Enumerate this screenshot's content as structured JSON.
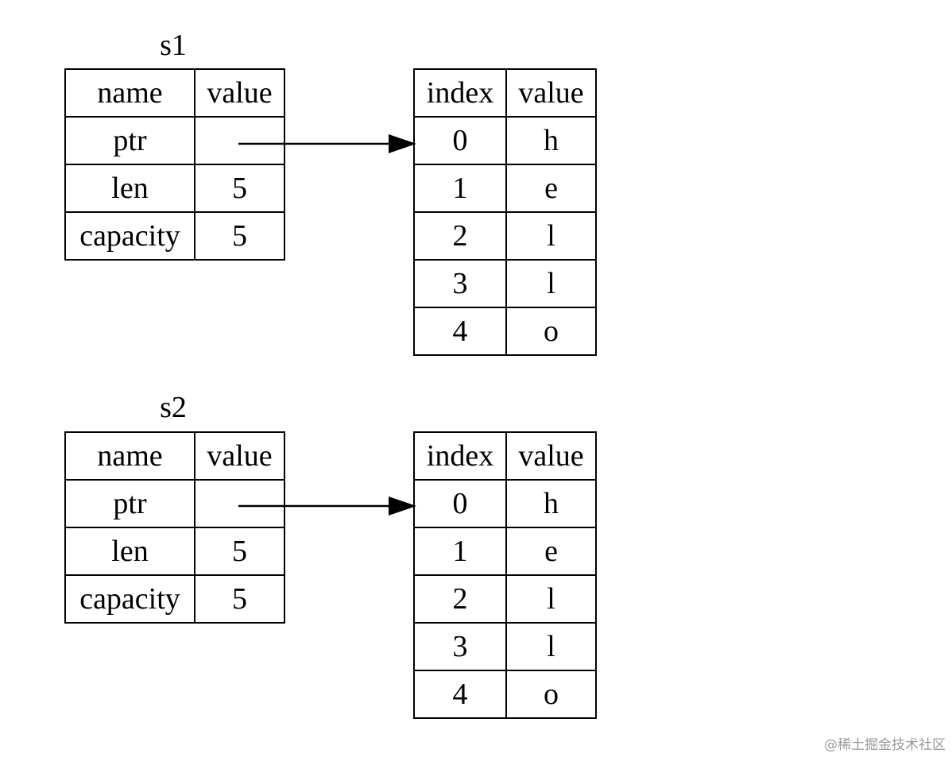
{
  "diagram": {
    "struct_header": [
      "name",
      "value"
    ],
    "heap_header": [
      "index",
      "value"
    ],
    "structs": [
      {
        "label": "s1",
        "rows": [
          {
            "name": "ptr",
            "value": ""
          },
          {
            "name": "len",
            "value": "5"
          },
          {
            "name": "capacity",
            "value": "5"
          }
        ],
        "heap": [
          {
            "index": "0",
            "value": "h"
          },
          {
            "index": "1",
            "value": "e"
          },
          {
            "index": "2",
            "value": "l"
          },
          {
            "index": "3",
            "value": "l"
          },
          {
            "index": "4",
            "value": "o"
          }
        ]
      },
      {
        "label": "s2",
        "rows": [
          {
            "name": "ptr",
            "value": ""
          },
          {
            "name": "len",
            "value": "5"
          },
          {
            "name": "capacity",
            "value": "5"
          }
        ],
        "heap": [
          {
            "index": "0",
            "value": "h"
          },
          {
            "index": "1",
            "value": "e"
          },
          {
            "index": "2",
            "value": "l"
          },
          {
            "index": "3",
            "value": "l"
          },
          {
            "index": "4",
            "value": "o"
          }
        ]
      }
    ]
  },
  "watermark": "@稀土掘金技术社区"
}
